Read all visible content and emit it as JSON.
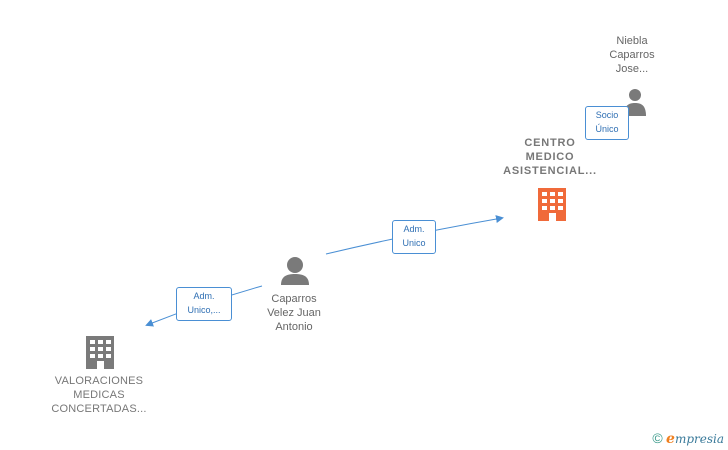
{
  "colors": {
    "edge": "#4a8fd4",
    "person_icon": "#7a7a7a",
    "building_gray": "#7a7a7a",
    "building_highlight": "#f06a3a"
  },
  "nodes": {
    "person_top": {
      "label_lines": [
        "Niebla",
        "Caparros",
        "Jose..."
      ],
      "icon": "person-icon"
    },
    "company_centro": {
      "label_lines": [
        "CENTRO",
        "MEDICO",
        "ASISTENCIAL..."
      ],
      "icon": "building-icon"
    },
    "person_center": {
      "label_lines": [
        "Caparros",
        "Velez Juan",
        "Antonio"
      ],
      "icon": "person-icon"
    },
    "company_valoraciones": {
      "label_lines": [
        "VALORACIONES",
        "MEDICAS",
        "CONCERTADAS..."
      ],
      "icon": "building-icon"
    }
  },
  "edges": {
    "socio": {
      "label_lines": [
        "Socio",
        "Único"
      ]
    },
    "adm_unico": {
      "label_lines": [
        "Adm.",
        "Unico"
      ]
    },
    "adm_unico_trunc": {
      "label_lines": [
        "Adm.",
        "Unico,..."
      ]
    }
  },
  "watermark": {
    "copyright": "©",
    "brand_first": "e",
    "brand_rest": "mpresia"
  }
}
